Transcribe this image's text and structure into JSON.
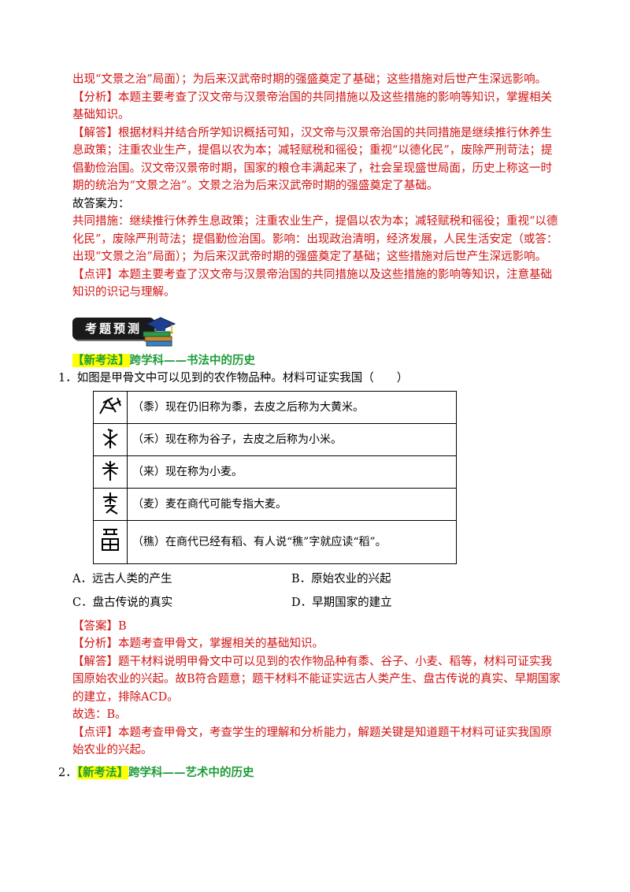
{
  "top_block": {
    "line1": "出现“文景之治”局面）；为后来汉武帝时期的强盛奠定了基础；这些措施对后世产生深远影响。",
    "analysis_tag": "【分析】",
    "analysis_text": "本题主要考查了汉文帝与汉景帝治国的共同措施以及这些措施的影响等知识，掌握相关基础知识。",
    "answer_tag": "【解答】",
    "answer_text": "根据材料并结合所学知识概括可知，汉文帝与汉景帝治国的共同措施是继续推行休养生息政策；注重农业生产，提倡以农为本；减轻赋税和徭役；重视“以德化民”，废除严刑苛法；提倡勤俭治国。汉文帝汉景帝时期，国家的粮仓丰满起来了，社会呈现盛世局面，历史上称这一时期的统治为“文景之治”。文景之治为后来汉武帝时期的强盛奠定了基础。",
    "so_answer": "故答案为：",
    "final_text": "共同措施：继续推行休养生息政策；注重农业生产，提倡以农为本；减轻赋税和徭役；重视“以德化民”，废除严刑苛法；提倡勤俭治国。影响：出现政治清明，经济发展，人民生活安定（或答：出现“文景之治”局面）；为后来汉武帝时期的强盛奠定了基础；这些措施对后世产生深远影响。",
    "comment_tag": "【点评】",
    "comment_text": "本题主要考查了汉文帝与汉景帝治国的共同措施以及这些措施的影响等知识，注意基础知识的识记与理解。"
  },
  "banner": {
    "label": "考题预测"
  },
  "section1": {
    "tag": "【新考法】",
    "title": "跨学科——书法中的历史"
  },
  "question1": {
    "stem": "1．如图是甲骨文中可以见到的农作物品种。材料可证实我国（　　）",
    "rows": [
      {
        "glyph": "黍",
        "text": "（黍）现在仍旧称为黍，去皮之后称为大黄米。"
      },
      {
        "glyph": "禾",
        "text": "（禾）现在称为谷子，去皮之后称为小米。"
      },
      {
        "glyph": "来",
        "text": "（来）现在称为小麦。"
      },
      {
        "glyph": "麦",
        "text": "（麦）麦在商代可能专指大麦。"
      },
      {
        "glyph": "穛",
        "text": "（穛）在商代已经有稻、有人说“穛”字就应读“稻”。"
      }
    ],
    "options": {
      "A": "A．远古人类的产生",
      "B": "B．原始农业的兴起",
      "C": "C．盘古传说的真实",
      "D": "D．早期国家的建立"
    },
    "answer": "【答案】B",
    "analysis_tag": "【分析】",
    "analysis_text": "本题考查甲骨文，掌握相关的基础知识。",
    "solve_tag": "【解答】",
    "solve_text": "题干材料说明甲骨文中可以见到的农作物品种有黍、谷子、小麦、稻等，材料可证实我国原始农业的兴起。故B符合题意；题干材料不能证实远古人类产生、盘古传说的真实、早期国家的建立，排除ACD。",
    "choose": "故选：B。",
    "comment_tag": "【点评】",
    "comment_text": "本题考查甲骨文，考查学生的理解和分析能力，解题关键是知道题干材料可证实我国原始农业的兴起。"
  },
  "question2": {
    "number": "2．",
    "tag": "【新考法】",
    "title": "跨学科——艺术中的历史"
  }
}
